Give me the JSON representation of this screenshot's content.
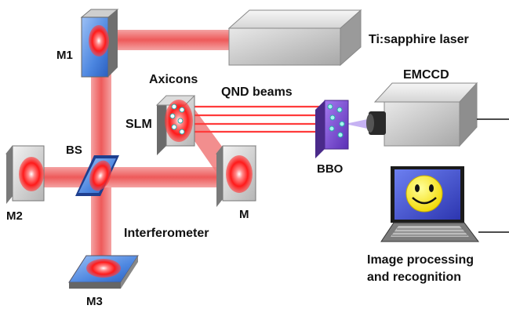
{
  "labels": {
    "m1": "M1",
    "laser": "Ti:sapphire laser",
    "axicons": "Axicons",
    "qnd": "QND beams",
    "emccd": "EMCCD",
    "slm": "SLM",
    "bs": "BS",
    "m2": "M2",
    "bbo": "BBO",
    "m": "M",
    "interferometer": "Interferometer",
    "m3": "M3",
    "proc1": "Image processing",
    "proc2": "and recognition"
  },
  "colors": {
    "beam": "#f08080",
    "beam_core": "#ff1a1a",
    "mirror_frame": "#8a8a8a",
    "mirror_blue": "#3d78d8",
    "bbo": "#7b4fd0",
    "smiley": "#f5e000",
    "laptop_screen": "#3f4fd0"
  },
  "icons": {
    "smiley": "smiley-face-icon",
    "laptop": "laptop-icon",
    "camera": "camera-icon"
  }
}
